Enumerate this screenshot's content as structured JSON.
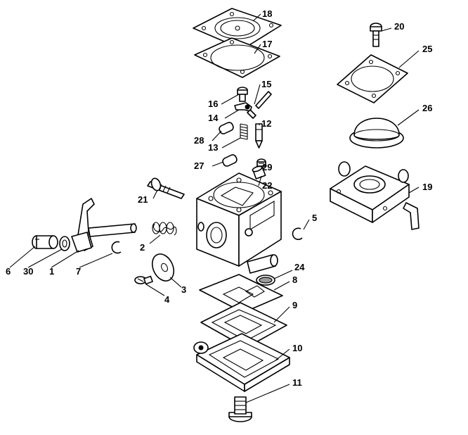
{
  "parts": [
    {
      "id": "p1",
      "number": "1"
    },
    {
      "id": "p2",
      "number": "2"
    },
    {
      "id": "p3",
      "number": "3"
    },
    {
      "id": "p4",
      "number": "4"
    },
    {
      "id": "p5",
      "number": "5"
    },
    {
      "id": "p6",
      "number": "6"
    },
    {
      "id": "p7",
      "number": "7"
    },
    {
      "id": "p8",
      "number": "8"
    },
    {
      "id": "p9",
      "number": "9"
    },
    {
      "id": "p10",
      "number": "10"
    },
    {
      "id": "p11",
      "number": "11"
    },
    {
      "id": "p12",
      "number": "12"
    },
    {
      "id": "p13",
      "number": "13"
    },
    {
      "id": "p14",
      "number": "14"
    },
    {
      "id": "p15",
      "number": "15"
    },
    {
      "id": "p16",
      "number": "16"
    },
    {
      "id": "p17",
      "number": "17"
    },
    {
      "id": "p18",
      "number": "18"
    },
    {
      "id": "p19",
      "number": "19"
    },
    {
      "id": "p20",
      "number": "20"
    },
    {
      "id": "p21",
      "number": "21"
    },
    {
      "id": "p22",
      "number": "22"
    },
    {
      "id": "p24",
      "number": "24"
    },
    {
      "id": "p25",
      "number": "25"
    },
    {
      "id": "p26",
      "number": "26"
    },
    {
      "id": "p27",
      "number": "27"
    },
    {
      "id": "p28",
      "number": "28"
    },
    {
      "id": "p29",
      "number": "29"
    },
    {
      "id": "p30",
      "number": "30"
    }
  ]
}
